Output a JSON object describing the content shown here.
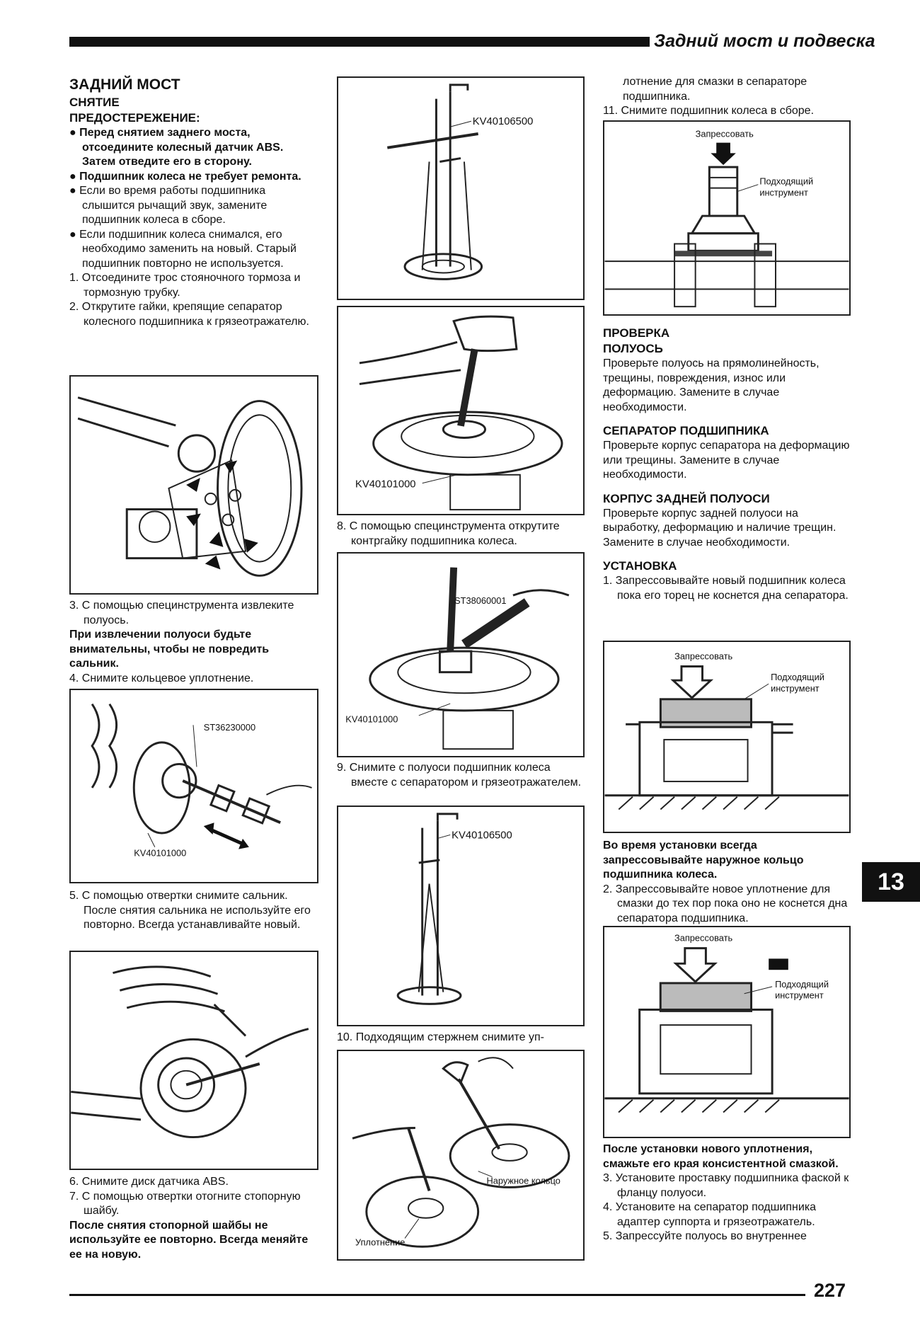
{
  "header": {
    "title": "Задний мост и подвеска"
  },
  "left": {
    "title": "ЗАДНИЙ МОСТ",
    "subtitle": "СНЯТИЕ",
    "warning_title": "ПРЕДОСТЕРЕЖЕНИЕ:",
    "bullets": [
      "Перед снятием заднего моста, отсоедините колесный датчик ABS. Затем отведите его в сторону.",
      "Подшипник колеса не требует ремонта.",
      "Если во время работы подшипника слышится рычащий звук, замените подшипник колеса в сборе.",
      "Если подшипник колеса снимался, его необходимо заменить на новый. Старый подшипник повторно не используется."
    ],
    "steps_a": [
      "1. Отсоедините трос стояночного тормоза и тормозную трубку.",
      "2. Открутите гайки, крепящие сепаратор колесного подшипника к грязеотражателю."
    ],
    "step3": "3. С помощью специнструмента извлеките полуось.",
    "note3": "При извлечении полуоси будьте внимательны, чтобы не повредить сальник.",
    "step4": "4. Снимите кольцевое уплотнение.",
    "fig3_label_a": "ST36230000",
    "fig3_label_b": "KV40101000",
    "step5": "5. С помощью отвертки снимите сальник. После снятия сальника не используйте его повторно. Всегда устанавливайте новый.",
    "step6": "6. Снимите диск датчика ABS.",
    "step7": "7. С помощью отвертки отогните стопорную шайбу.",
    "note7": "После снятия стопорной шайбы не используйте ее повторно. Всегда меняйте ее на новую."
  },
  "middle": {
    "fig1_label": "KV40106500",
    "fig2_label": "KV40101000",
    "step8": "8. С помощью специнструмента открутите контргайку подшипника колеса.",
    "fig3_label_a": "ST38060001",
    "fig3_label_b": "KV40101000",
    "step9": "9. Снимите с полуоси подшипник колеса вместе с сепаратором и грязеотражателем.",
    "fig4_label": "KV40106500",
    "step10": "10. Подходящим стержнем снимите уп-",
    "fig5_label_a": "Наружное кольцо",
    "fig5_label_b": "Уплотнение"
  },
  "right": {
    "cont10": "лотнение для смазки в сепараторе подшипника.",
    "step11": "11. Снимите подшипник колеса в сборе.",
    "fig1_press": "Запрессовать",
    "fig1_tool_a": "Подходящий",
    "fig1_tool_b": "инструмент",
    "check_title": "ПРОВЕРКА",
    "axle_title": "ПОЛУОСЬ",
    "axle_text": "Проверьте полуось на прямолинейность, трещины, повреждения, износ или деформацию. Замените в случае необходимости.",
    "sep_title": "СЕПАРАТОР ПОДШИПНИКА",
    "sep_text": "Проверьте корпус сепаратора на деформацию или трещины. Замените в случае необходимости.",
    "housing_title": "КОРПУС ЗАДНЕЙ ПОЛУОСИ",
    "housing_text": "Проверьте корпус задней полуоси на выработку, деформацию и наличие трещин. Замените в случае необходимости.",
    "install_title": "УСТАНОВКА",
    "inst1": "1. Запрессовывайте новый подшипник колеса пока его торец не коснется дна сепаратора.",
    "fig2_press": "Запрессовать",
    "fig2_tool_a": "Подходящий",
    "fig2_tool_b": "инструмент",
    "note_inst": "Во время установки всегда запрессовывайте наружное кольцо подшипника колеса.",
    "inst2": "2. Запрессовывайте новое уплотнение для смазки до тех пор пока оно не коснется дна сепаратора подшипника.",
    "fig3_press": "Запрессовать",
    "fig3_tool_a": "Подходящий",
    "fig3_tool_b": "инструмент",
    "note_seal": "После установки нового уплотнения, смажьте его края консистентной смазкой.",
    "inst3": "3. Установите проставку подшипника фаской к фланцу полуоси.",
    "inst4": "4. Установите на сепаратор подшипника адаптер суппорта и грязеотражатель.",
    "inst5": "5. Запрессуйте полуось во внутреннее"
  },
  "tab": "13",
  "page_number": "227"
}
